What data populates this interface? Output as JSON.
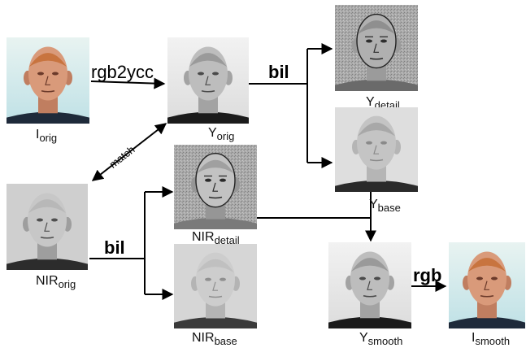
{
  "images": {
    "i_orig": {
      "caption": "I",
      "subscript": "orig",
      "style": "color",
      "detail": false
    },
    "y_orig": {
      "caption": "Y",
      "subscript": "orig",
      "style": "gray",
      "detail": false
    },
    "y_detail": {
      "caption": "Y",
      "subscript": "detail",
      "style": "graydetail",
      "detail": true
    },
    "y_base": {
      "caption": "Y",
      "subscript": "base",
      "style": "graysoft",
      "detail": false
    },
    "nir_orig": {
      "caption": "NIR",
      "subscript": "orig",
      "style": "nir",
      "detail": false
    },
    "nir_detail": {
      "caption": "NIR",
      "subscript": "detail",
      "style": "nirdetail",
      "detail": true
    },
    "nir_base": {
      "caption": "NIR",
      "subscript": "base",
      "style": "nirsoft",
      "detail": false
    },
    "y_smooth": {
      "caption": "Y",
      "subscript": "smooth",
      "style": "gray",
      "detail": false
    },
    "i_smooth": {
      "caption": "I",
      "subscript": "smooth",
      "style": "color",
      "detail": false
    }
  },
  "operations": {
    "rgb2ycc": "rgb2ycc",
    "bil_top": "bil",
    "bil_bottom": "bil",
    "match": "match",
    "rgb": "rgb"
  },
  "colors": {
    "arrow": "#000000",
    "background": "#ffffff",
    "skin_color": "#d99a7a",
    "hair_color": "#c8743f",
    "sky_color": "#d8ecee"
  }
}
